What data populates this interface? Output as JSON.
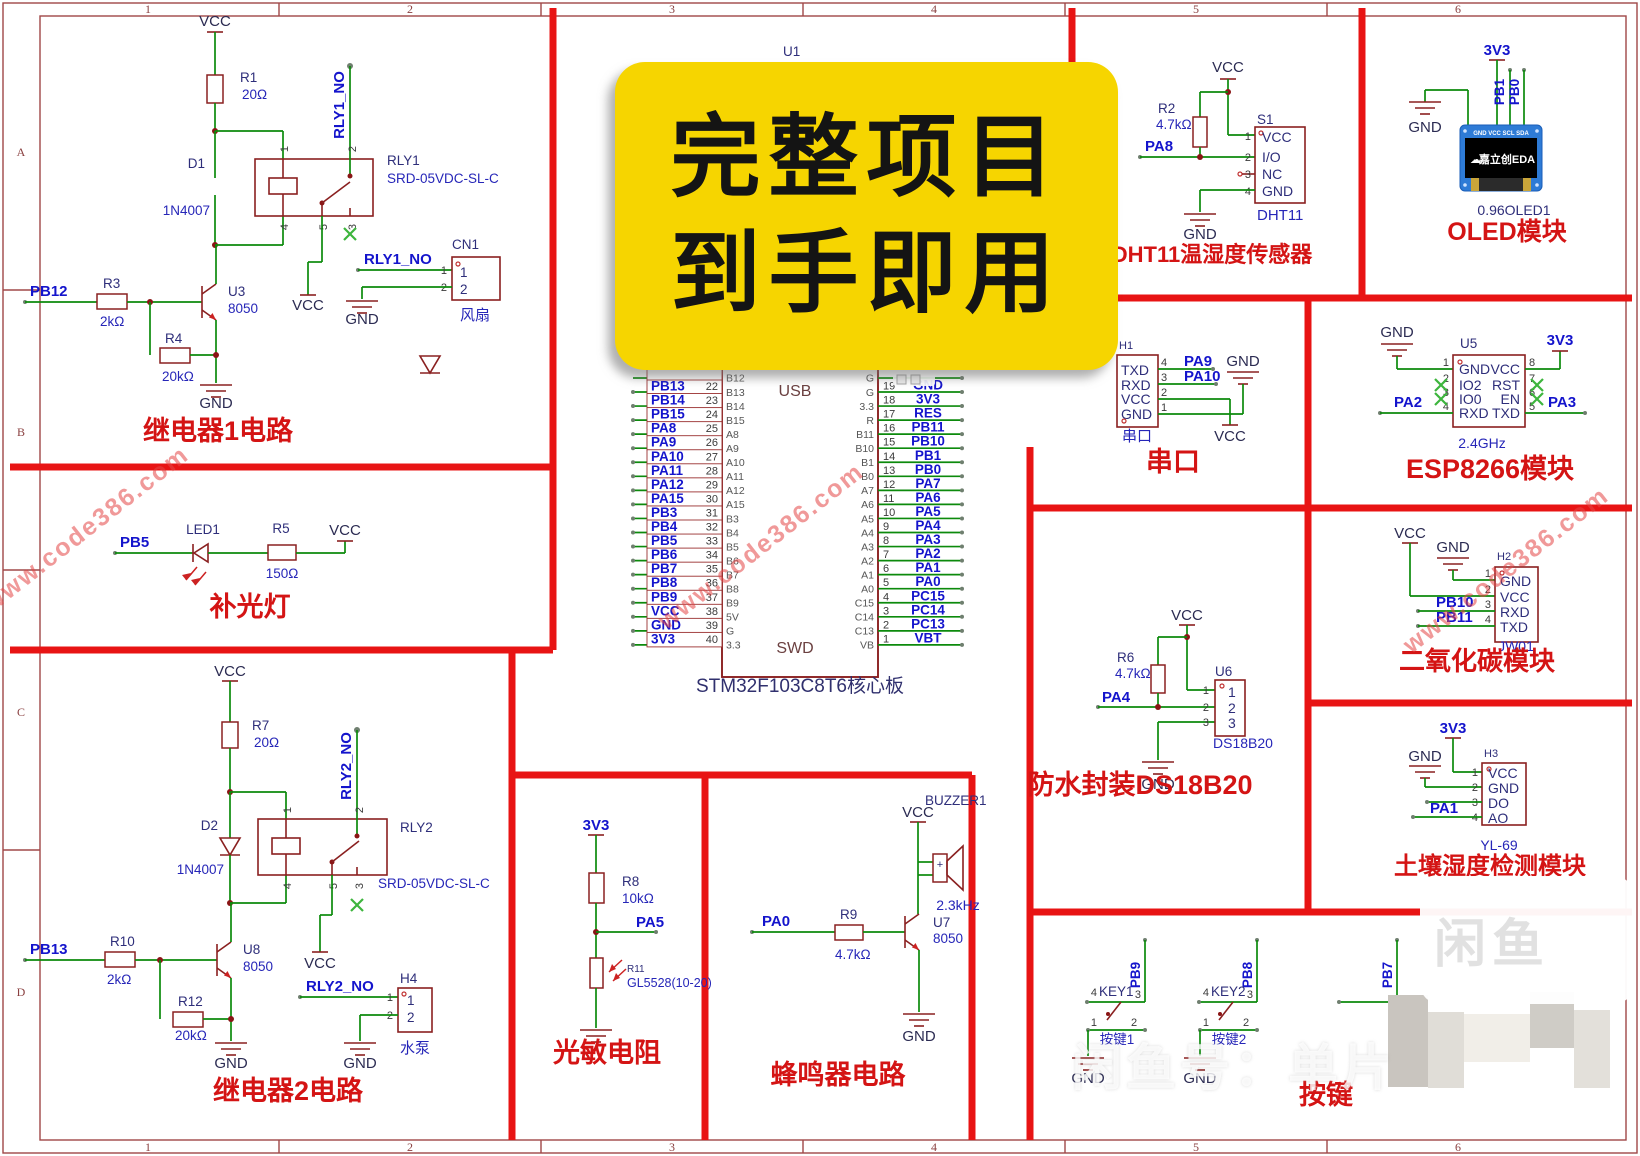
{
  "colors": {
    "wire_green": "#0c8a0c",
    "component_maroon": "#8a2020",
    "net_blue": "#1414cc",
    "title_red": "#d41414",
    "divider_red": "#e81414",
    "banner_yellow": "#f6d500",
    "oled_blue": "#2e7bd6"
  },
  "frame": {
    "top_numbers": [
      "1",
      "2",
      "3",
      "4",
      "5",
      "6"
    ],
    "bottom_numbers": [
      "1",
      "2",
      "3",
      "4",
      "5",
      "6"
    ],
    "side_letters": [
      "A",
      "B",
      "C",
      "D"
    ]
  },
  "banner": {
    "line1": "完整项目",
    "line2": "到手即用"
  },
  "watermarks": {
    "site": "www.code386.com",
    "seller": "闲鱼号：单片",
    "logo": "闲鱼"
  },
  "relay1": {
    "title": "继电器1电路",
    "vcc_top": "VCC",
    "r1_ref": "R1",
    "r1_val": "20Ω",
    "d_ref": "D1",
    "d_val": "1N4007",
    "relay_net": "RLY1_NO",
    "relay_ref": "RLY1",
    "relay_val": "SRD-05VDC-SL-C",
    "p1": "1",
    "p2": "2",
    "p3": "3",
    "p4": "4",
    "p5": "5",
    "in_net": "PB12",
    "rb_ref": "R3",
    "rb_val": "2kΩ",
    "q_ref": "U3",
    "q_val": "8050",
    "re_ref": "R4",
    "re_val": "20kΩ",
    "gnd": "GND",
    "sw_vcc": "VCC",
    "out_net": "RLY1_NO",
    "conn_ref": "CN1",
    "conn_p1": "1",
    "conn_p2": "2",
    "conn_p1i": "1",
    "conn_p2i": "2",
    "conn_gnd": "GND",
    "load": "风扇"
  },
  "filllight": {
    "title": "补光灯",
    "net": "PB5",
    "led_ref": "LED1",
    "r_ref": "R5",
    "r_val": "150Ω",
    "vcc": "VCC"
  },
  "relay2": {
    "title": "继电器2电路",
    "vcc_top": "VCC",
    "r1_ref": "R7",
    "r1_val": "20Ω",
    "d_ref": "D2",
    "d_val": "1N4007",
    "relay_net": "RLY2_NO",
    "relay_ref": "RLY2",
    "relay_val": "SRD-05VDC-SL-C",
    "p1": "1",
    "p2": "2",
    "p3": "3",
    "p4": "4",
    "p5": "5",
    "in_net": "PB13",
    "rb_ref": "R10",
    "rb_val": "2kΩ",
    "q_ref": "U8",
    "q_val": "8050",
    "re_ref": "R12",
    "re_val": "20kΩ",
    "gnd": "GND",
    "sw_vcc": "VCC",
    "out_net": "RLY2_NO",
    "conn_ref": "H4",
    "conn_p1": "1",
    "conn_p2": "2",
    "conn_p1i": "1",
    "conn_p2i": "2",
    "conn_gnd": "GND",
    "load": "水泵"
  },
  "stm32": {
    "ref": "U1",
    "usb": "USB",
    "swd": "SWD",
    "name": "STM32F103C8T6核心板",
    "partial_left_inner": "B12",
    "partial_right_inner": "G",
    "left": [
      {
        "net": "PB13",
        "num": "22",
        "inner": "B13"
      },
      {
        "net": "PB14",
        "num": "23",
        "inner": "B14"
      },
      {
        "net": "PB15",
        "num": "24",
        "inner": "B15"
      },
      {
        "net": "PA8",
        "num": "25",
        "inner": "A8"
      },
      {
        "net": "PA9",
        "num": "26",
        "inner": "A9"
      },
      {
        "net": "PA10",
        "num": "27",
        "inner": "A10"
      },
      {
        "net": "PA11",
        "num": "28",
        "inner": "A11"
      },
      {
        "net": "PA12",
        "num": "29",
        "inner": "A12"
      },
      {
        "net": "PA15",
        "num": "30",
        "inner": "A15"
      },
      {
        "net": "PB3",
        "num": "31",
        "inner": "B3"
      },
      {
        "net": "PB4",
        "num": "32",
        "inner": "B4"
      },
      {
        "net": "PB5",
        "num": "33",
        "inner": "B5"
      },
      {
        "net": "PB6",
        "num": "34",
        "inner": "B6"
      },
      {
        "net": "PB7",
        "num": "35",
        "inner": "B7"
      },
      {
        "net": "PB8",
        "num": "36",
        "inner": "B8"
      },
      {
        "net": "PB9",
        "num": "37",
        "inner": "B9"
      },
      {
        "net": "VCC",
        "num": "38",
        "inner": "5V"
      },
      {
        "net": "GND",
        "num": "39",
        "inner": "G"
      },
      {
        "net": "3V3",
        "num": "40",
        "inner": "3.3"
      }
    ],
    "right": [
      {
        "inner": "G",
        "num": "19",
        "net": "GND"
      },
      {
        "inner": "3.3",
        "num": "18",
        "net": "3V3"
      },
      {
        "inner": "R",
        "num": "17",
        "net": "RES"
      },
      {
        "inner": "B11",
        "num": "16",
        "net": "PB11"
      },
      {
        "inner": "B10",
        "num": "15",
        "net": "PB10"
      },
      {
        "inner": "B1",
        "num": "14",
        "net": "PB1"
      },
      {
        "inner": "B0",
        "num": "13",
        "net": "PB0"
      },
      {
        "inner": "A7",
        "num": "12",
        "net": "PA7"
      },
      {
        "inner": "A6",
        "num": "11",
        "net": "PA6"
      },
      {
        "inner": "A5",
        "num": "10",
        "net": "PA5"
      },
      {
        "inner": "A4",
        "num": "9",
        "net": "PA4"
      },
      {
        "inner": "A3",
        "num": "8",
        "net": "PA3"
      },
      {
        "inner": "A2",
        "num": "7",
        "net": "PA2"
      },
      {
        "inner": "A1",
        "num": "6",
        "net": "PA1"
      },
      {
        "inner": "A0",
        "num": "5",
        "net": "PA0"
      },
      {
        "inner": "C15",
        "num": "4",
        "net": "PC15"
      },
      {
        "inner": "C14",
        "num": "3",
        "net": "PC14"
      },
      {
        "inner": "C13",
        "num": "2",
        "net": "PC13"
      },
      {
        "inner": "VB",
        "num": "1",
        "net": "VBT"
      }
    ]
  },
  "dht11": {
    "title": "DHT11温湿度传感器",
    "vcc": "VCC",
    "r_ref": "R2",
    "r_val": "4.7kΩ",
    "net": "PA8",
    "ref": "S1",
    "p": [
      "1",
      "2",
      "3",
      "4"
    ],
    "labels": [
      "VCC",
      "I/O",
      "NC",
      "GND"
    ],
    "part": "DHT11",
    "gnd": "GND"
  },
  "oled": {
    "title": "OLED模块",
    "v33": "3V3",
    "gnd": "GND",
    "net1": "PB1",
    "net2": "PB0",
    "header": "GND VCC SCL SDA",
    "brand": "嘉立创EDA",
    "part": "0.96OLED1"
  },
  "serial": {
    "title": "串口",
    "ref": "H1",
    "labels": [
      "TXD",
      "RXD",
      "VCC",
      "GND"
    ],
    "p": [
      "4",
      "3",
      "2",
      "1"
    ],
    "net1": "PA9",
    "net2": "PA10",
    "gnd": "GND",
    "vcc": "VCC",
    "sub": "串口"
  },
  "esp8266": {
    "title": "ESP8266模块",
    "ref": "U5",
    "gnd": "GND",
    "v33": "3V3",
    "left_labels": [
      "GND",
      "IO2",
      "IO0",
      "RXD"
    ],
    "left_p": [
      "1",
      "2",
      "3",
      "4"
    ],
    "right_labels": [
      "VCC",
      "RST",
      "EN",
      "TXD"
    ],
    "right_p": [
      "8",
      "7",
      "6",
      "5"
    ],
    "net_l": "PA2",
    "net_r": "PA3",
    "freq": "2.4GHz"
  },
  "co2": {
    "title": "二氧化碳模块",
    "vcc": "VCC",
    "gnd": "GND",
    "ref": "H2",
    "labels": [
      "GND",
      "VCC",
      "RXD",
      "TXD"
    ],
    "p": [
      "1",
      "2",
      "3",
      "4"
    ],
    "net1": "PB10",
    "net2": "PB11",
    "part": "JW01"
  },
  "ds18b20": {
    "title": "防水封装DS18B20",
    "vcc": "VCC",
    "r_ref": "R6",
    "r_val": "4.7kΩ",
    "net": "PA4",
    "ref": "U6",
    "p": [
      "1",
      "2",
      "3"
    ],
    "inner": [
      "1",
      "2",
      "3"
    ],
    "part": "DS18B20",
    "gnd": "GND"
  },
  "soil": {
    "title": "土壤湿度检测模块",
    "v33": "3V3",
    "gnd": "GND",
    "ref": "H3",
    "labels": [
      "VCC",
      "GND",
      "DO",
      "AO"
    ],
    "p": [
      "1",
      "2",
      "3",
      "4"
    ],
    "net": "PA1",
    "part": "YL-69"
  },
  "photo": {
    "title": "光敏电阻",
    "v33": "3V3",
    "r_ref": "R8",
    "r_val": "10kΩ",
    "net": "PA5",
    "ldr_ref": "R11",
    "ldr_val": "GL5528(10-20)"
  },
  "buzzer": {
    "title": "蜂鸣器电路",
    "vcc": "VCC",
    "ref": "BUZZER1",
    "plus": "+",
    "freq": "2.3kHz",
    "net": "PA0",
    "r_ref": "R9",
    "r_val": "4.7kΩ",
    "q_ref": "U7",
    "q_val": "8050",
    "gnd": "GND"
  },
  "keys": {
    "title": "按键",
    "items": [
      {
        "net": "PB9",
        "p4": "4",
        "ref": "KEY1",
        "p3": "3",
        "p1": "1",
        "p2": "2",
        "label": "按键1",
        "gnd": "GND"
      },
      {
        "net": "PB8",
        "p4": "4",
        "ref": "KEY2",
        "p3": "3",
        "p1": "1",
        "p2": "2",
        "label": "按键2",
        "gnd": "GND"
      },
      {
        "net": "PB7"
      }
    ]
  }
}
